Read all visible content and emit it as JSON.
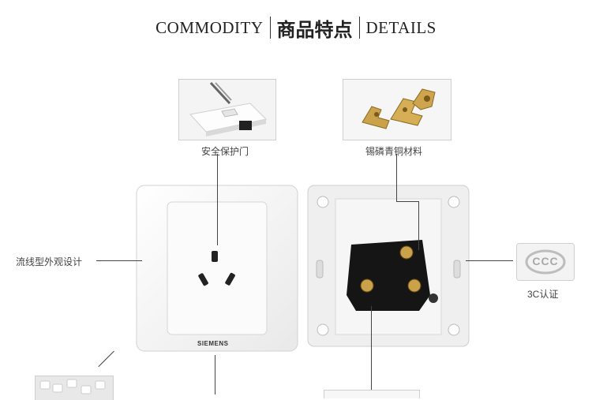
{
  "header": {
    "left": "COMMODITY",
    "center": "商品特点",
    "right": "DETAILS"
  },
  "callouts": {
    "safety_door": "安全保护门",
    "material": "锡磷青铜材料",
    "design": "流线型外观设计",
    "certification": "3C认证"
  },
  "product": {
    "brand": "SIEMENS"
  },
  "badge": {
    "text": "CCC"
  }
}
